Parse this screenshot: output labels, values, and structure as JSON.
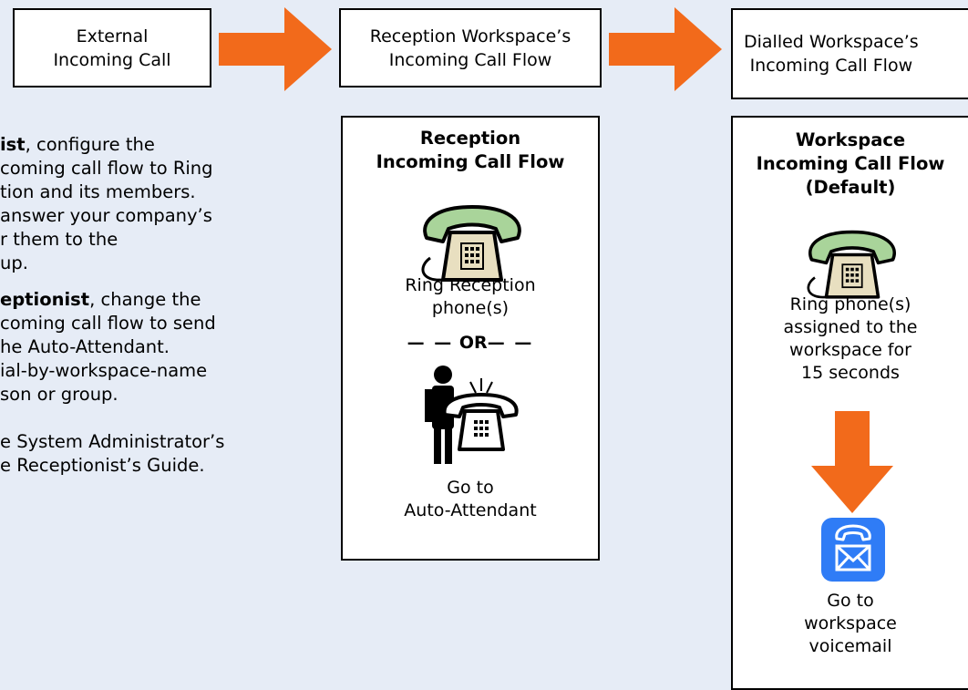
{
  "colors": {
    "background": "#e6ecf6",
    "arrow": "#f26a1b",
    "phone_green": "#a9d49a",
    "phone_tan": "#e8dfc0",
    "voicemail_blue": "#2f7cf6"
  },
  "flow": {
    "step1": {
      "line1": "External",
      "line2": "Incoming Call"
    },
    "step2": {
      "line1": "Reception Workspace’s",
      "line2": "Incoming Call Flow"
    },
    "step3": {
      "line1": "Dialled Workspace’s",
      "line2": "Incoming Call Flow"
    }
  },
  "left_text": {
    "p1": {
      "l1_bold": "ist",
      "l1_rest": ", configure the",
      "l2": "coming call flow to Ring",
      "l3": "tion and its members.",
      "l4": "answer your company’s",
      "l5": "r them to the",
      "l6": "up."
    },
    "p2": {
      "l1_bold": "eptionist",
      "l1_rest": ", change the",
      "l2": "coming call flow to send",
      "l3": "he Auto-Attendant.",
      "l4": "ial-by-workspace-name",
      "l5": "son or group."
    },
    "p3": {
      "l1": "e System Administrator’s",
      "l2": "e Receptionist’s Guide."
    }
  },
  "reception_panel": {
    "title_l1": "Reception",
    "title_l2": "Incoming Call Flow",
    "phone_caption_l1": "Ring Reception",
    "phone_caption_l2": "phone(s)",
    "or_label": "OR",
    "attendant_caption_l1": "Go to",
    "attendant_caption_l2": "Auto-Attendant",
    "icons": [
      "phone-icon",
      "person-phone-icon"
    ]
  },
  "workspace_panel": {
    "title_l1": "Workspace",
    "title_l2": "Incoming Call Flow",
    "title_l3": "(Default)",
    "phone_caption_l1": "Ring phone(s)",
    "phone_caption_l2": "assigned to the",
    "phone_caption_l3": "workspace for",
    "phone_caption_l4": "15 seconds",
    "voicemail_caption_l1": "Go to",
    "voicemail_caption_l2": "workspace",
    "voicemail_caption_l3": "voicemail",
    "icons": [
      "phone-icon",
      "down-arrow-icon",
      "voicemail-icon"
    ]
  }
}
